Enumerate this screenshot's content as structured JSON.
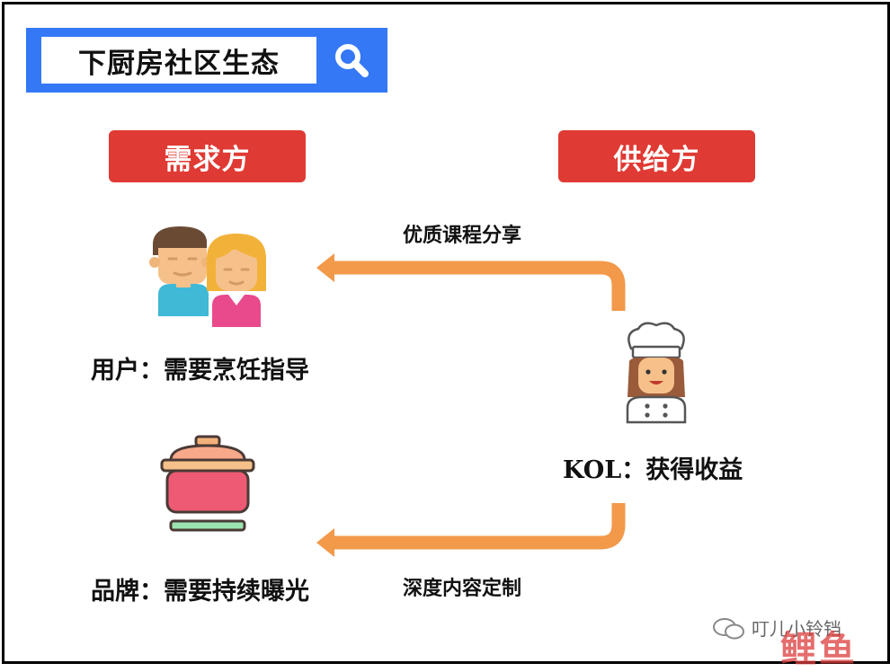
{
  "search": {
    "title": "下厨房社区生态"
  },
  "roles": {
    "demand": "需求方",
    "supply": "供给方"
  },
  "nodes": {
    "users": "用户：需要烹饪指导",
    "brands": "品牌：需要持续曝光",
    "kol": "KOL：获得收益"
  },
  "flows": {
    "top": "优质课程分享",
    "bottom": "深度内容定制"
  },
  "watermark": {
    "account": "叮儿小铃铛",
    "brand": "鲤鱼"
  },
  "colors": {
    "search_bar": "#3478f6",
    "tag": "#df3a33",
    "arrow": "#f2994a"
  },
  "icons": [
    "search-icon",
    "users-couple-icon",
    "chef-icon",
    "cooking-pot-icon",
    "wechat-icon"
  ]
}
